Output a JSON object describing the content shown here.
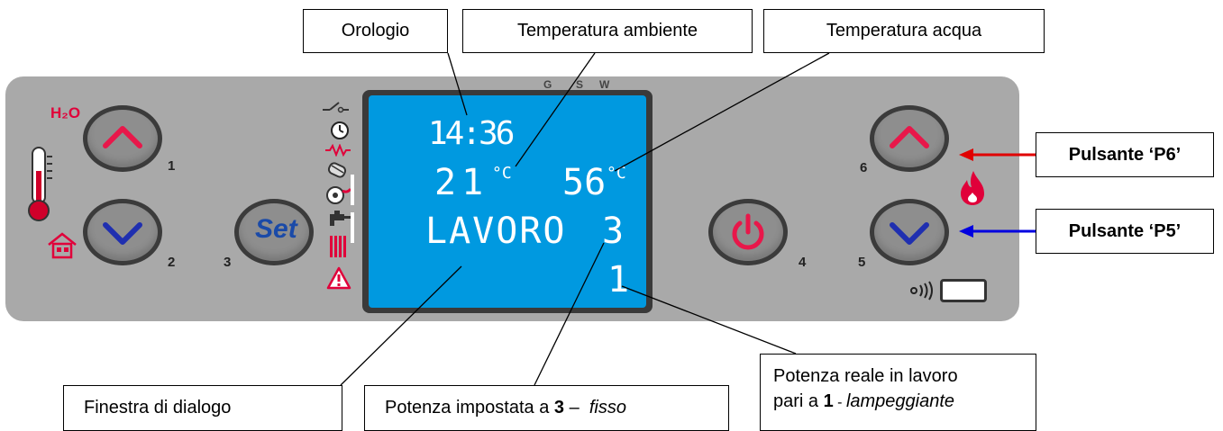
{
  "callouts": {
    "orologio": "Orologio",
    "temp_ambiente": "Temperatura ambiente",
    "temp_acqua": "Temperatura acqua",
    "p6": "Pulsante ‘P6’",
    "p5": "Pulsante ‘P5’",
    "finestra": "Finestra di dialogo",
    "potenza_impostata_pre": "Potenza impostata a ",
    "potenza_impostata_num": "3",
    "potenza_impostata_dash": " –  ",
    "potenza_impostata_mode": "fisso",
    "potenza_reale_line1": "Potenza reale in lavoro",
    "potenza_reale_pre": "pari a ",
    "potenza_reale_num": "1",
    "potenza_reale_dash": " - ",
    "potenza_reale_mode": "lampeggiante"
  },
  "display": {
    "clock": "14:36",
    "room_temp": "21",
    "water_temp": "56",
    "unit": "°C",
    "status": "LAVORO",
    "power_set": "3",
    "power_real": "1",
    "top_letters": [
      "G",
      "S",
      "W"
    ]
  },
  "panel": {
    "h2o_label": "H₂O",
    "set_label": "Set",
    "button_numbers": [
      "1",
      "2",
      "3",
      "4",
      "5",
      "6"
    ]
  },
  "colors": {
    "up_arrow": "#e8174a",
    "down_arrow": "#1f2fb0",
    "p6_arrow": "#e00000",
    "p5_arrow": "#0000e0",
    "lcd_background": "#0099e0",
    "panel_background": "#a9a9a9"
  },
  "icons": [
    "thermometer-icon",
    "house-icon",
    "switch-icon",
    "clock-icon",
    "resistance-icon",
    "pellet-icon",
    "fan-icon",
    "tap-icon",
    "radiator-icon",
    "warning-icon",
    "flame-icon",
    "remote-signal-icon"
  ]
}
